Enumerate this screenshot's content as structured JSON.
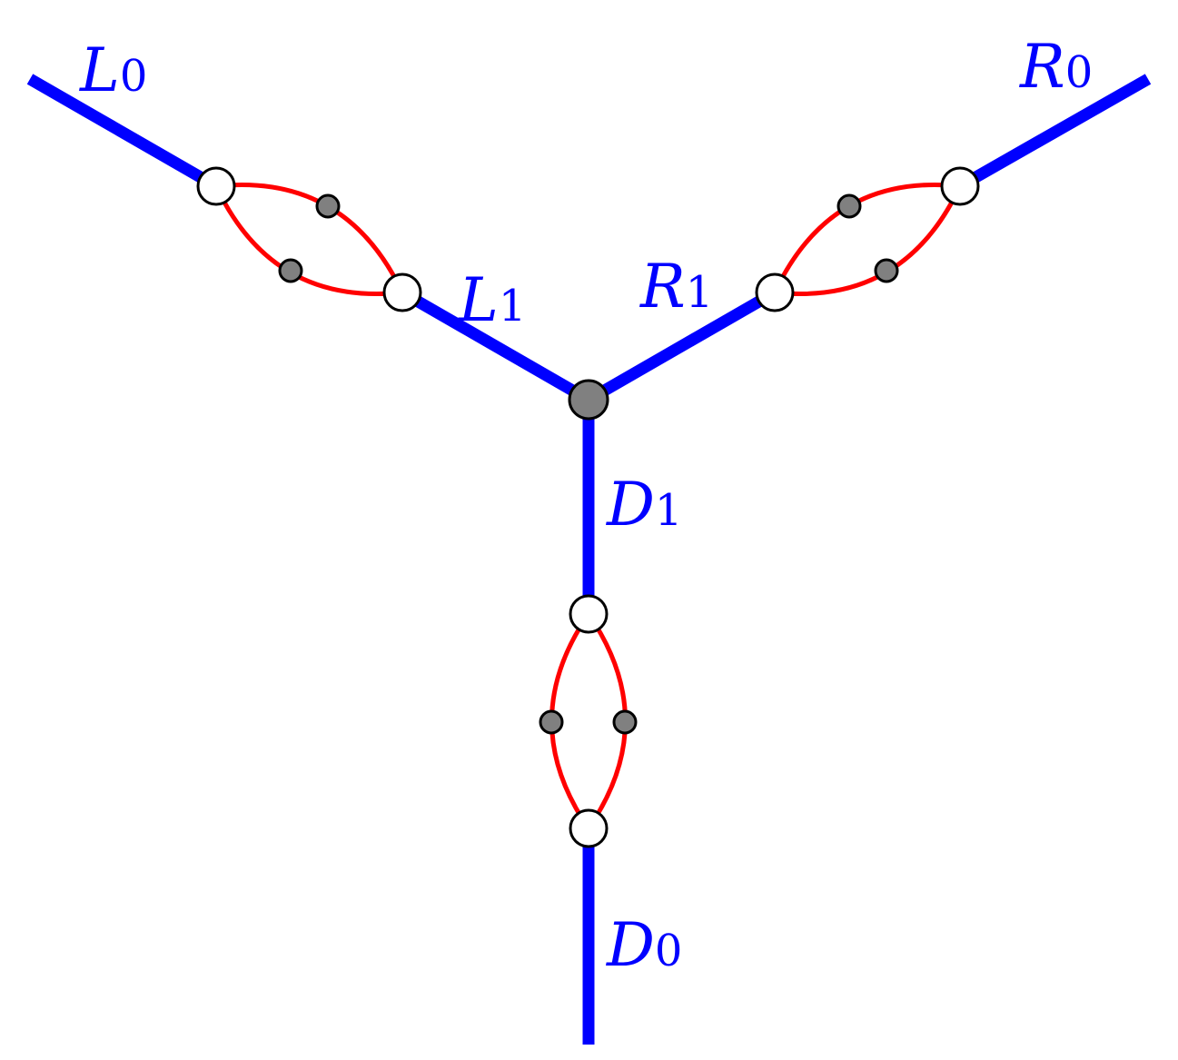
{
  "colors": {
    "edge": "#0000ff",
    "loop": "#ff0000",
    "node_fill": "#ffffff",
    "center_fill": "#808080",
    "small_fill": "#808080",
    "outline": "#000000",
    "label": "#0000ff"
  },
  "labels": {
    "L0": {
      "base": "L",
      "sub": "0"
    },
    "L1": {
      "base": "L",
      "sub": "1"
    },
    "R0": {
      "base": "R",
      "sub": "0"
    },
    "R1": {
      "base": "R",
      "sub": "1"
    },
    "D0": {
      "base": "D",
      "sub": "0"
    },
    "D1": {
      "base": "D",
      "sub": "1"
    }
  }
}
